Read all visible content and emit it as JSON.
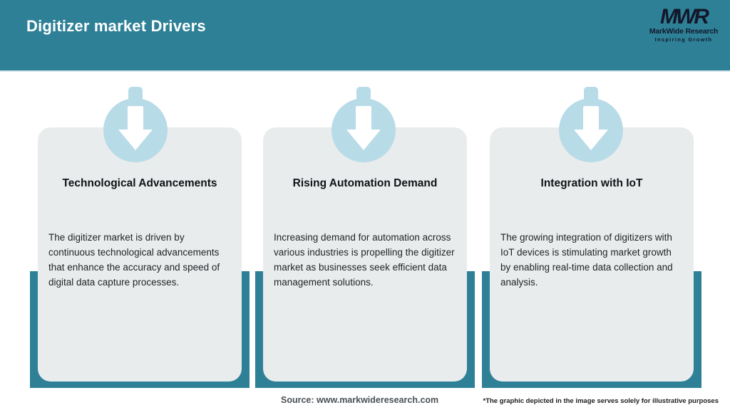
{
  "header": {
    "title": "Digitizer market Drivers",
    "logo": {
      "acronym": "MWR",
      "name": "MarkWide Research",
      "tagline": "Inspiring Growth"
    }
  },
  "cards": [
    {
      "icon": "down-arrow-icon",
      "title": "Technological Advancements",
      "description": "The digitizer market is driven by continuous technological advancements that enhance the accuracy and speed of digital data capture processes."
    },
    {
      "icon": "down-arrow-icon",
      "title": "Rising Automation Demand",
      "description": "Increasing demand for automation across various industries is propelling the digitizer market as businesses seek efficient data management solutions."
    },
    {
      "icon": "down-arrow-icon",
      "title": "Integration with IoT",
      "description": "The growing integration of digitizers with IoT devices is stimulating market growth by enabling real-time data collection and analysis."
    }
  ],
  "footer": {
    "source": "Source: www.markwideresearch.com",
    "disclaimer": "*The graphic depicted in the image serves solely for illustrative purposes"
  },
  "colors": {
    "header_teal": "#2E8096",
    "band_teal": "#2E8096",
    "icon_circle_blue": "#B8DBE8",
    "icon_arrow_white": "#FFFFFF",
    "card_gray": "#E9ECEC",
    "header_text": "#FFFFFF",
    "title_ink": "#101317",
    "body_ink": "#1F2326",
    "source_gray": "#4A5056",
    "logo_ink": "#13172B"
  }
}
